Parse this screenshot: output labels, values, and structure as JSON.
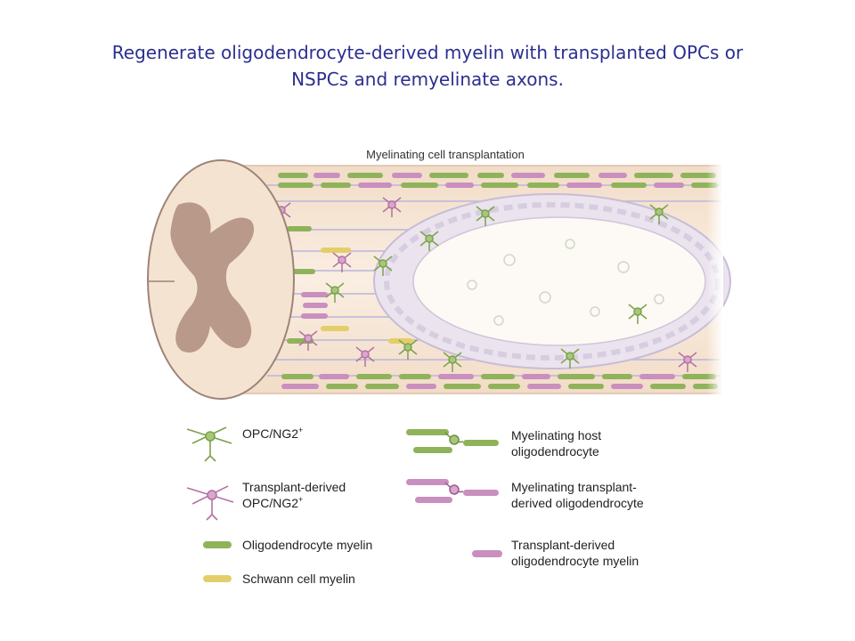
{
  "slide": {
    "title_line1": "Regenerate oligodendrocyte-derived myelin with transplanted OPCs or",
    "title_line2": "NSPCs and remyelinate axons."
  },
  "figure": {
    "label": "Myelinating cell transplantation"
  },
  "legend": {
    "opc": "OPC/NG2",
    "opc_sup": "+",
    "transplant_opc_line1": "Transplant-derived",
    "transplant_opc_line2": "OPC/NG2",
    "transplant_opc_sup": "+",
    "host_olig_line1": "Myelinating host",
    "host_olig_line2": "oligodendrocyte",
    "transplant_olig_line1": "Myelinating transplant-",
    "transplant_olig_line2": "derived oligodendrocyte",
    "olig_myelin": "Oligodendrocyte myelin",
    "schwann_myelin": "Schwann cell myelin",
    "transplant_myelin_line1": "Transplant-derived",
    "transplant_myelin_line2": "oligodendrocyte myelin"
  },
  "colors": {
    "title": "#2b2f8f",
    "olig_myelin": "#8fb35a",
    "transplant_myelin": "#c98fbf",
    "schwann_myelin": "#e3cf6a",
    "cord_tissue": "#f5e3d2",
    "grey_matter": "#b8998a"
  }
}
